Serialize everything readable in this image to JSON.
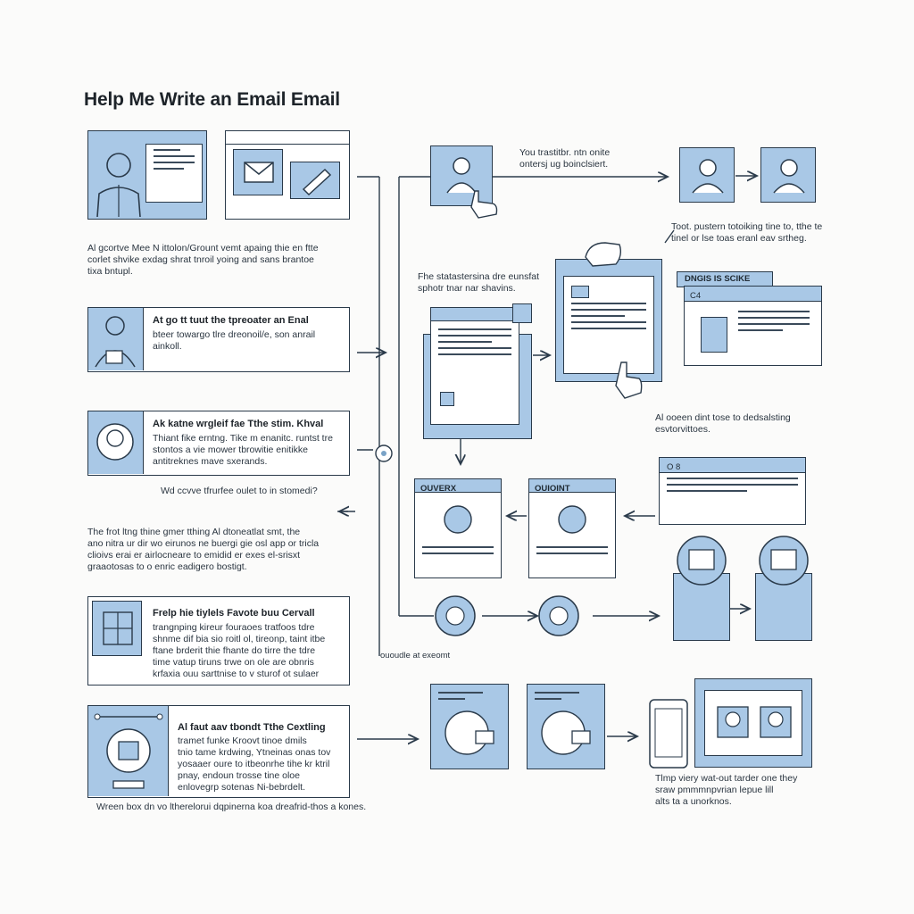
{
  "title": "Help Me Write an Email Email",
  "left_column": {
    "intro_text": "Al gcortve Mee N ittolon/Grount vemt apaing thie en ftte\ncorlet shvike exdag shrat tnroil yoing and sans brantoe\ntixa bntupl.",
    "card1": {
      "title": "At go tt tuut the tpreoater an Enal",
      "body": "bteer towargo tlre dreonoil/e, son anrail\nainkoll."
    },
    "card2": {
      "title": "Ak katne wrgleif fae Tthe stim. Khval",
      "body": "Thiant fike erntng. Tike m enanitc. runtst tre\nstontos a vie mower tbrowitie enitikke\nantitreknes mave sxerands."
    },
    "caption_question": "Wd ccvve tfrurfee oulet to in stomedi?",
    "middle_text": "The frot ltng thine gmer tthing Al dtoneatlat smt, the\nano nitra ur dir wo eirunos ne buergi gie osl app or tricla\nclioivs erai er airlocneare to emidid er exes el-srisxt\ngraaotosas to o enric eadigero bostigt.",
    "card3": {
      "title": "Frelp hie tiylels Favote buu Cervall",
      "body": "trangnping kireur fouraoes tratfoos tdre\nshnme dif bia sio roitl ol, tireonp, taint itbe\nftane brderit thie fhante do tirre the tdre\ntime vatup tiruns trwe on ole are obnris\nkrfaxia ouu sarttnise to v sturof ot sulaer"
    },
    "card4": {
      "title": "Al faut aav tbondt Tthe Cextling",
      "body": "tramet funke Kroovt tinoe dmils\ntnio tame krdwing, Ytneinas onas tov\nyosaaer oure to itbeonrhe tihe kr ktril\npnay, endoun trosse tine oloe\nenlovegrp sotenas Ni-bebrdelt."
    },
    "bottom_caption": "Wreen box dn vo ltherelorui dqpinerna koa dreafrid-thos a kones."
  },
  "connector_label": "ououdle at exeomt",
  "right_flow": {
    "top_text": "You trastitbr. ntn onite\nontersj ug boinclsiert.",
    "right_note": "Toot. pustern totoiking tine to, tthe te\ntinel or lse toas eranl eav srtheg.",
    "small_text": "Fhe statastersina dre eunsfat\nsphotr tnar nar shavins.",
    "window_label": "DNGIS IS SCIKE",
    "window_tab": "C4",
    "mid_note": "Al ooeen dint tose to dedsalsting\nesvtorvittoes.",
    "small_window_label": "O 8",
    "card_outer": "OUVERX",
    "card_outline": "OUIOINT",
    "bottom_note": "Tlmp viery wat-out tarder one they\nsraw pmmmnpvrian lepue lill\nalts ta a unorknos."
  }
}
